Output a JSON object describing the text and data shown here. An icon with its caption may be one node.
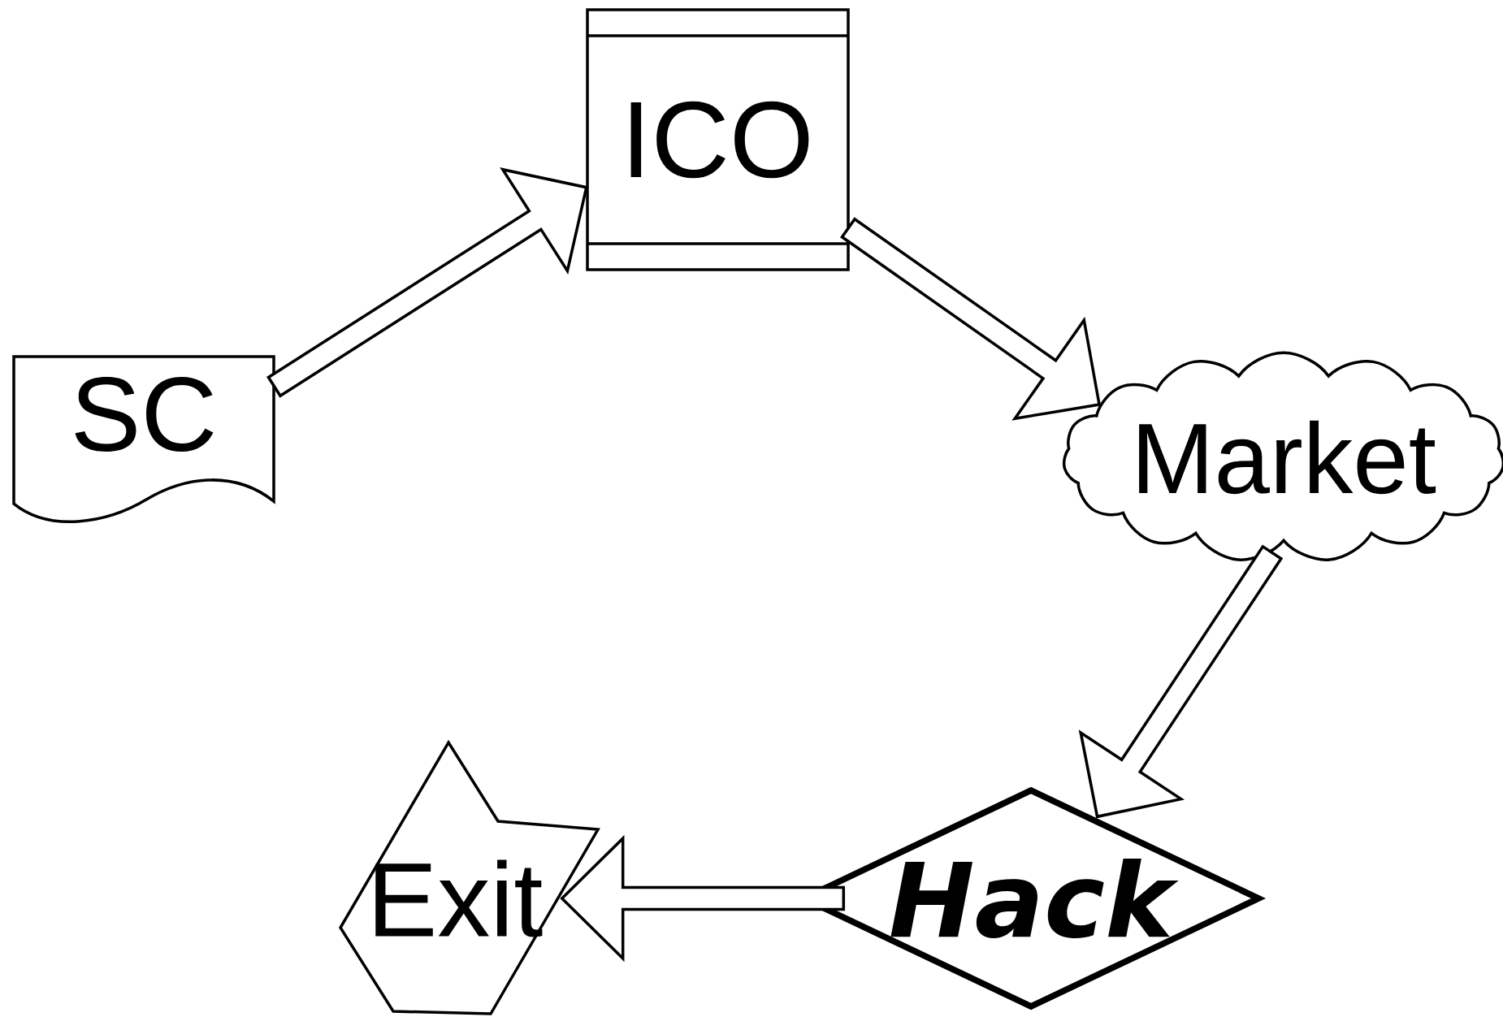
{
  "diagram": {
    "nodes": [
      {
        "text": [
          "SC"
        ]
      },
      {
        "text": [
          "ICO"
        ]
      },
      {
        "text": [
          "Market"
        ]
      },
      {
        "text": [
          "Hack"
        ]
      },
      {
        "text": [
          "Exit"
        ]
      }
    ],
    "edges": [
      {
        "from": 0,
        "to": 1,
        "arrow": "to"
      },
      {
        "from": 1,
        "to": 2,
        "arrow": "to"
      },
      {
        "from": 2,
        "to": 3,
        "arrow": "to"
      },
      {
        "from": 3,
        "to": 4,
        "arrow": "to"
      }
    ]
  }
}
